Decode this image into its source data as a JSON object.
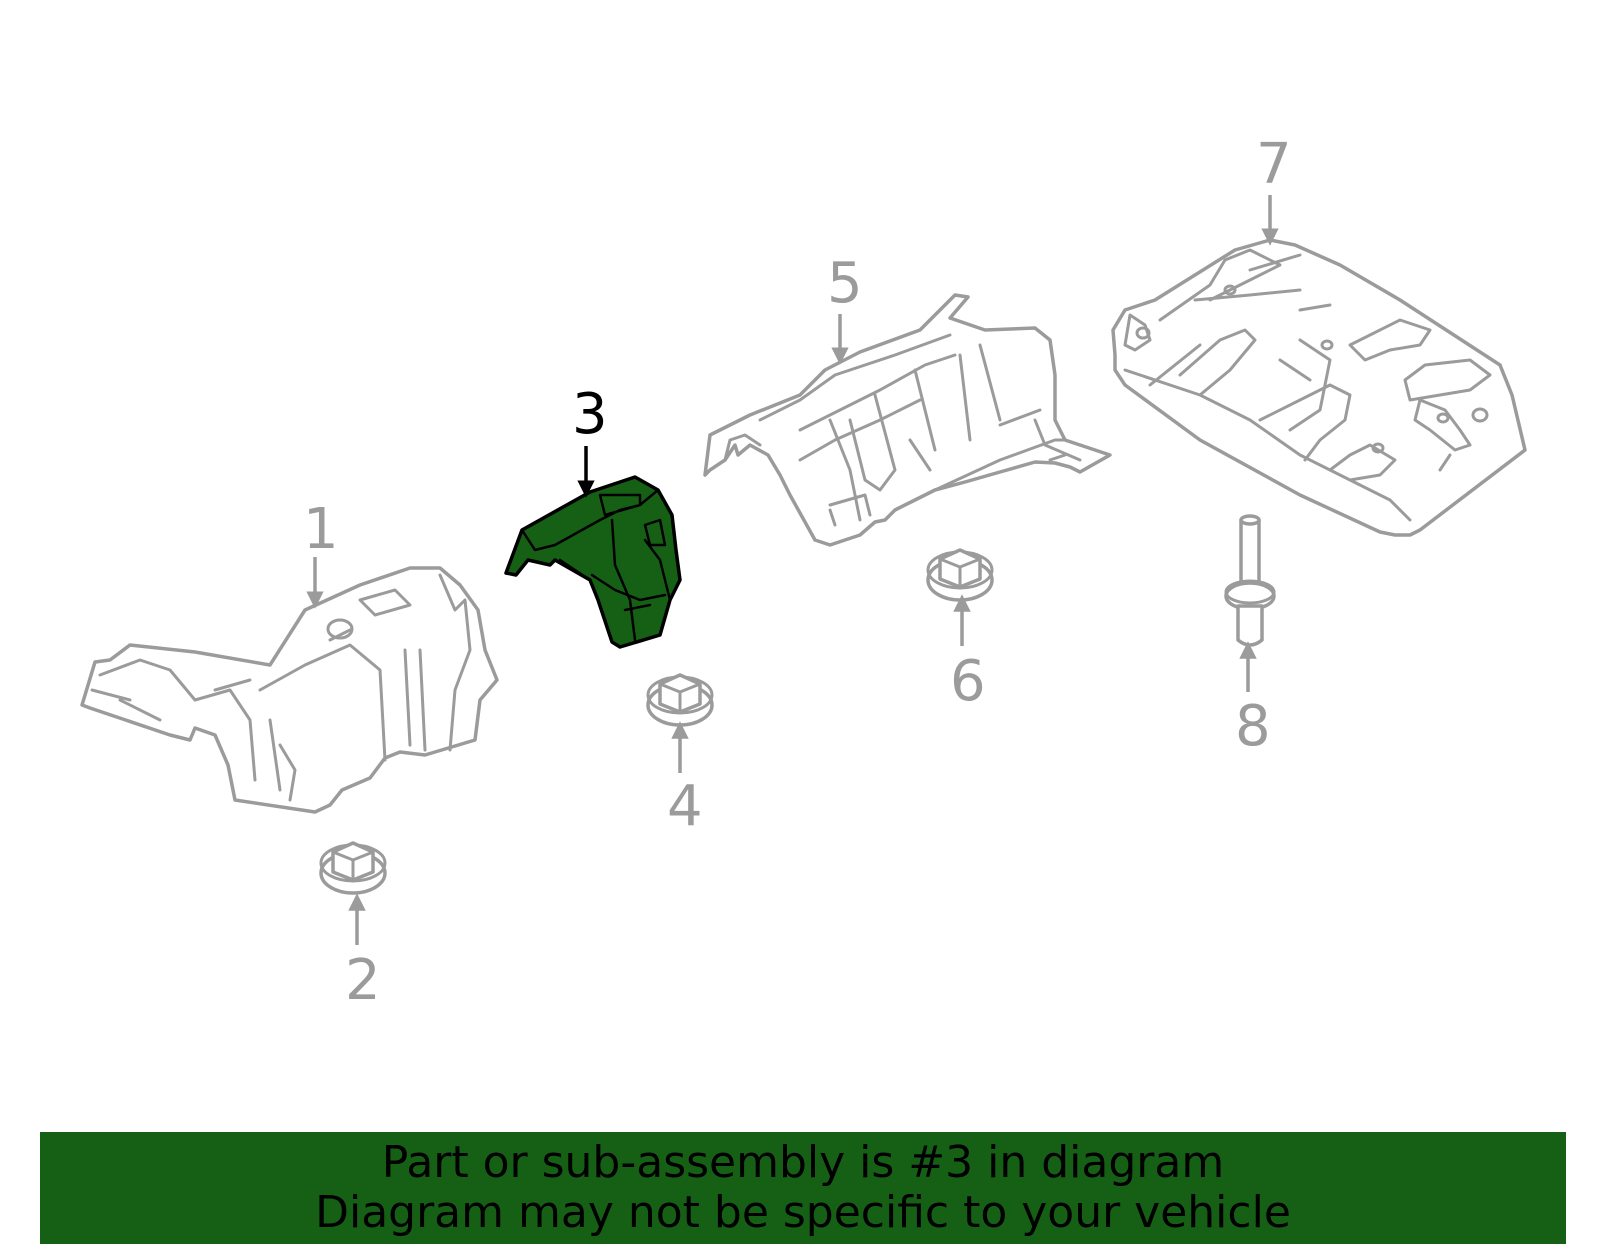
{
  "diagram": {
    "highlighted_part": "3",
    "highlight_color": "#166016",
    "line_color": "#9b9b9b",
    "callouts": [
      "1",
      "2",
      "3",
      "4",
      "5",
      "6",
      "7",
      "8"
    ]
  },
  "banner": {
    "line1": "Part or sub-assembly is #3 in diagram",
    "line2": "Diagram may not be specific to your vehicle",
    "background": "#166016"
  }
}
